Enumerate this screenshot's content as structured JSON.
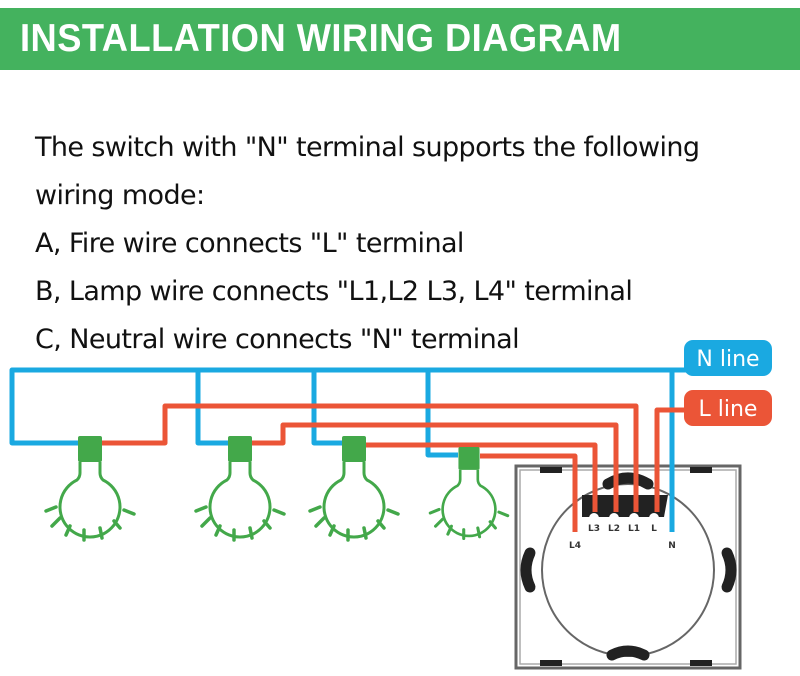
{
  "header": {
    "title": "INSTALLATION WIRING DIAGRAM"
  },
  "intro": {
    "lines": [
      "The switch with \"N\" terminal supports the following",
      "wiring mode:",
      "A, Fire wire connects \"L\" terminal",
      "B, Lamp wire connects \"L1,L2 L3, L4\" terminal",
      "C, Neutral wire connects \"N\" terminal"
    ]
  },
  "diagram": {
    "labels": {
      "n_line": "N line",
      "l_line": "L line"
    },
    "terminals": [
      "L3",
      "L2",
      "L1",
      "L",
      "L4",
      "N"
    ],
    "bulbs": [
      {
        "name": "lamp-1",
        "connects_to": "L1"
      },
      {
        "name": "lamp-2",
        "connects_to": "L2"
      },
      {
        "name": "lamp-3",
        "connects_to": "L3"
      },
      {
        "name": "lamp-4",
        "connects_to": "L4"
      }
    ],
    "colors": {
      "banner": "#44b25e",
      "neutral_wire": "#1aa9e1",
      "live_wire": "#eb5537",
      "bulb": "#43a84a",
      "switch_outline": "#555555"
    }
  }
}
